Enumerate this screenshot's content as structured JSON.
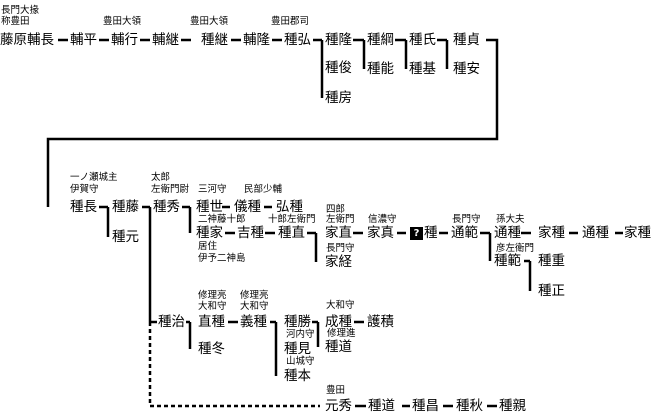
{
  "diagram": {
    "line_color": "#000000",
    "persons": {
      "p01": "藤原輔長",
      "p02": "輔平",
      "p03": "輔行",
      "p04": "輔継",
      "p05": "種継",
      "p06": "輔隆",
      "p07": "種弘",
      "p08": "種隆",
      "p09": "種綱",
      "p10": "種氏",
      "p11": "種貞",
      "p12": "種俊",
      "p13": "種能",
      "p14": "種基",
      "p15": "種安",
      "p16": "種房",
      "p17": "種長",
      "p18": "種藤",
      "p19": "種元",
      "p20": "種秀",
      "p21": "種世",
      "p22": "儀種",
      "p23": "弘種",
      "p24": "種家",
      "p25": "吉種",
      "p26": "種直",
      "p27": "家直",
      "p28": "家真",
      "p29": "種",
      "p30": "通範",
      "p31": "通種",
      "p32": "家種",
      "p33": "通種",
      "p34": "家種",
      "p35": "家経",
      "p36": "種範",
      "p37": "種重",
      "p38": "種正",
      "p39": "種治",
      "p40": "直種",
      "p41": "義種",
      "p42": "種勝",
      "p43": "成種",
      "p44": "護積",
      "p45": "種冬",
      "p46": "種見",
      "p47": "種道",
      "p48": "種本",
      "p49": "元秀",
      "p50": "種道",
      "p51": "種昌",
      "p52": "種秋",
      "p53": "種親"
    },
    "titles": {
      "t01": "長門大掾",
      "t02": "称豊田",
      "t03": "豊田大領",
      "t04": "豊田大領",
      "t05": "豊田郡司",
      "t06": "一ノ瀬城主",
      "t07": "伊賀守",
      "t08": "太郎",
      "t09": "左衛門尉",
      "t10": "三河守",
      "t11": "民部少輔",
      "t12": "二神藤十郎",
      "t13": "十郎左衛門",
      "t14": "四郎",
      "t15": "左衛門",
      "t16": "信濃守",
      "t17": "長門守",
      "t18": "孫大夫",
      "t19": "彦左衛門",
      "t20": "居住",
      "t21": "伊予二神島",
      "t22": "長門守",
      "t23": "修理亮",
      "t24": "大和守",
      "t25": "修理亮",
      "t26": "大和守",
      "t27": "大和守",
      "t28": "河内守",
      "t29": "修理進",
      "t30": "山城守",
      "t31": "豊田"
    },
    "unknown_mark": "?"
  }
}
